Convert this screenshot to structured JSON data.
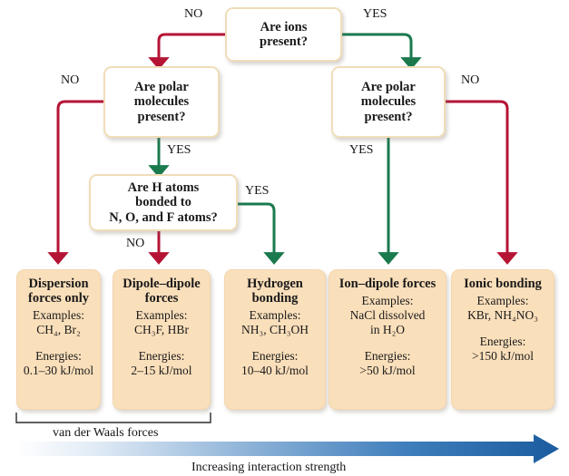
{
  "colors": {
    "no_branch": "#b51435",
    "yes_branch": "#1a7a4e",
    "question_box_fill": "#ffffff",
    "question_box_border": "#f0ddb9",
    "result_box_fill": "#fadfbb",
    "result_box_border": "#f3d6ae",
    "gradient_arrow_start": "#ffffff",
    "gradient_arrow_end": "#1c5fa0",
    "text": "#1a1a1a"
  },
  "questions": [
    {
      "id": "ions",
      "line1": "Are ions",
      "line2": "present?",
      "line3": ""
    },
    {
      "id": "polar-left",
      "line1": "Are polar",
      "line2": "molecules",
      "line3": "present?"
    },
    {
      "id": "polar-right",
      "line1": "Are polar",
      "line2": "molecules",
      "line3": "present?"
    },
    {
      "id": "h-atoms",
      "line1": "Are H atoms",
      "line2": "bonded to",
      "line3": "N, O, and F atoms?"
    }
  ],
  "edge_labels": {
    "ions_no": "NO",
    "ions_yes": "YES",
    "polar_left_no": "NO",
    "polar_left_yes": "YES",
    "h_atoms_no": "NO",
    "h_atoms_yes": "YES",
    "polar_right_yes": "YES",
    "polar_right_no": "NO"
  },
  "results": [
    {
      "id": "dispersion",
      "title_line1": "Dispersion",
      "title_line2": "forces only",
      "examples_label": "Examples:",
      "examples_value": "CH₄, Br₂",
      "energies_label": "Energies:",
      "energies_value": "0.1–30 kJ/mol"
    },
    {
      "id": "dipole-dipole",
      "title_line1": "Dipole–dipole",
      "title_line2": "forces",
      "examples_label": "Examples:",
      "examples_value": "CH₃F, HBr",
      "energies_label": "Energies:",
      "energies_value": "2–15 kJ/mol"
    },
    {
      "id": "hydrogen-bonding",
      "title_line1": "Hydrogen",
      "title_line2": "bonding",
      "examples_label": "Examples:",
      "examples_value": "NH₃, CH₃OH",
      "energies_label": "Energies:",
      "energies_value": "10–40 kJ/mol"
    },
    {
      "id": "ion-dipole",
      "title_line1": "Ion–dipole forces",
      "title_line2": "",
      "examples_label": "Examples:",
      "examples_value": "NaCl dissolved",
      "examples_value2": "in H₂O",
      "energies_label": "Energies:",
      "energies_value": ">50 kJ/mol"
    },
    {
      "id": "ionic-bonding",
      "title_line1": "Ionic bonding",
      "title_line2": "",
      "examples_label": "Examples:",
      "examples_value": "KBr, NH₄NO₃",
      "energies_label": "Energies:",
      "energies_value": ">150 kJ/mol"
    }
  ],
  "annotations": {
    "van_der_waals": "van der Waals forces",
    "increasing_strength": "Increasing interaction strength"
  }
}
